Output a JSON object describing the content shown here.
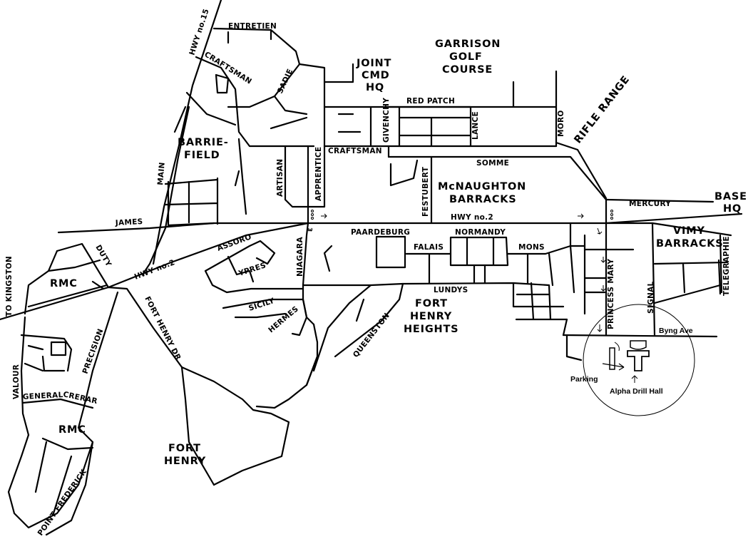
{
  "areas": {
    "joint_cmd_hq": [
      "JOINT",
      "CMD",
      "HQ"
    ],
    "garrison_golf_course": [
      "GARRISON",
      "GOLF",
      "COURSE"
    ],
    "rifle_range": "RIFLE RANGE",
    "barriefield": [
      "BARRIE-",
      "FIELD"
    ],
    "mcnaughton_barracks": [
      "McNAUGHTON",
      "BARRACKS"
    ],
    "base_hq": [
      "BASE",
      "HQ"
    ],
    "vimy_barracks": [
      "VIMY",
      "BARRACKS"
    ],
    "rmc_north": "RMC",
    "rmc_south": "RMC",
    "fort_henry_heights": [
      "FORT",
      "HENRY",
      "HEIGHTS"
    ],
    "fort_henry": [
      "FORT",
      "HENRY"
    ]
  },
  "streets": {
    "hwy15": "HWY no.15",
    "entretien": "ENTRETIEN",
    "craftsman_nw": "CRAFTSMAN",
    "sadie": "SADIE",
    "red_patch": "RED PATCH",
    "givenchy": "GIVENCHY",
    "lance": "LANCE",
    "moro": "MORO",
    "craftsman": "CRAFTSMAN",
    "somme": "SOMME",
    "main": "MAIN",
    "artisan": "ARTISAN",
    "apprentice": "APPRENTICE",
    "festubert": "FESTUBERT",
    "mercury": "MERCURY",
    "james": "JAMES",
    "hwy2_east": "HWY no.2",
    "hwy2_west": "HWY no.2",
    "paardeburg": "PAARDEBURG",
    "normandy": "NORMANDY",
    "falais": "FALAIS",
    "mons": "MONS",
    "assoro": "ASSORO",
    "ypres": "YPRES",
    "niagara": "NIAGARA",
    "duty": "DUTY",
    "telegraphie": "TELEGRAPHIE",
    "lundys": "LUNDYS",
    "princess_mary": "PRINCESS MARY",
    "signal": "SIGNAL",
    "sicily": "SICILY",
    "hermes": "HERMES",
    "fort_henry_dr": "FORT HENRY DR",
    "to_kingston": "TO KINGSTON",
    "precision": "PRECISION",
    "queenston": "QUEENSTON",
    "byng_ave": "Byng Ave",
    "valour": "VALOUR",
    "general": "GENERAL",
    "crerar": "CRERAR",
    "point_frederick": "POINT FREDERICK"
  },
  "annotations": {
    "parking": "Parking",
    "alpha_drill_hall": "Alpha Drill Hall"
  },
  "colors": {
    "lines": "#000000",
    "background": "#ffffff"
  }
}
